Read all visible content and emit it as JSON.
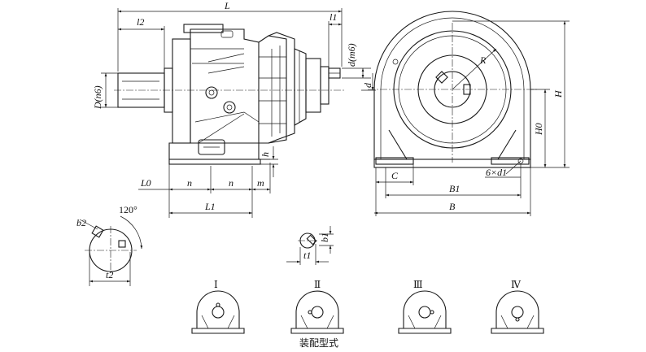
{
  "dims": {
    "L": "L",
    "l2": "l2",
    "l1": "l1",
    "d_m6": "d(m6)",
    "d": "d",
    "D_n6": "D(n6)",
    "h": "h",
    "L0": "L0",
    "n_left": "n",
    "n_right": "n",
    "m": "m",
    "L1": "L1",
    "R": "R",
    "H": "H",
    "H0": "H0",
    "C": "C",
    "bolt": "6×d1",
    "B1": "B1",
    "B": "B",
    "angle": "120°",
    "b2": "b2",
    "t2": "t2",
    "b1": "b1",
    "t1": "t1"
  },
  "mounting": {
    "positions": [
      "Ⅰ",
      "Ⅱ",
      "Ⅲ",
      "Ⅳ"
    ],
    "caption": "装配型式"
  }
}
